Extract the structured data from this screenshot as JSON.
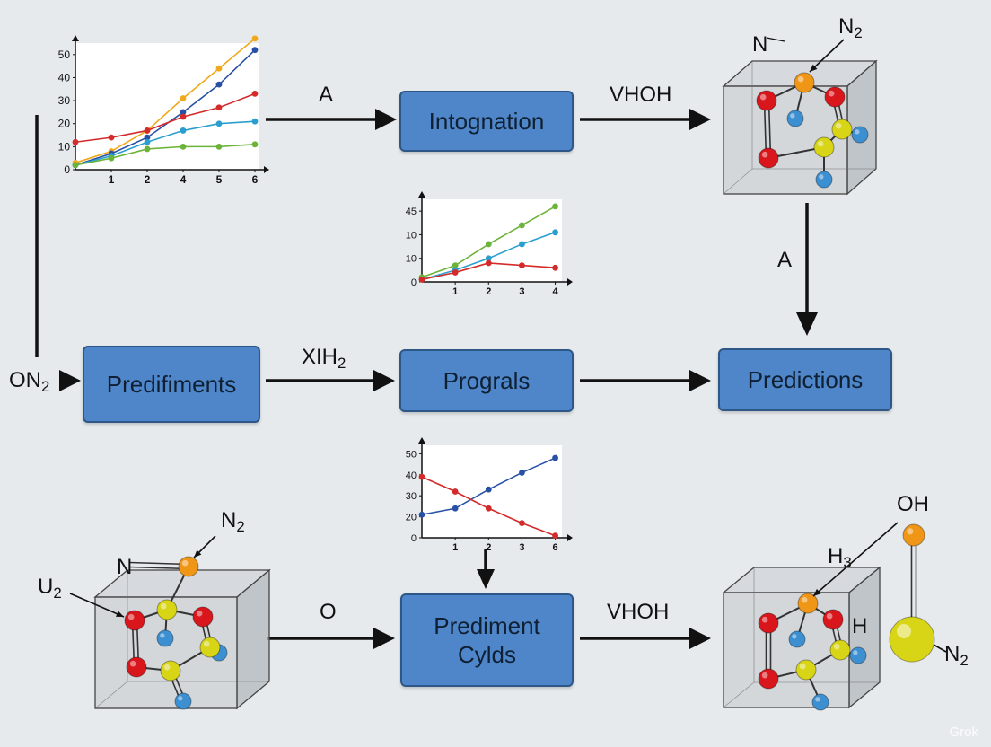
{
  "boxes": {
    "intognation": "Intognation",
    "predifiments": "Predifiments",
    "programs": "Prograls",
    "predictions": "Predictions",
    "prediment_line1": "Prediment",
    "prediment_line2": "Cylds"
  },
  "edge_labels": {
    "top_left": "A",
    "top_right": "VHOH",
    "right_vertical": "A",
    "middle_left": "XIH",
    "middle_left_sub": "2",
    "bottom_left": "O",
    "bottom_right": "VHOH",
    "left_side": "ON",
    "left_side_sub": "2"
  },
  "molecule_labels": {
    "top_right_n2": "N",
    "top_right_n2_sub": "2",
    "top_right_partial": "N",
    "bottom_left_n2": "N",
    "bottom_left_n2_sub": "2",
    "bottom_left_n": "N",
    "bottom_left_u2": "U",
    "bottom_left_u2_sub": "2",
    "bottom_right_oh": "OH",
    "bottom_right_h3": "H",
    "bottom_right_h3_sub": "3",
    "bottom_right_h": "H",
    "bottom_right_n2": "N",
    "bottom_right_n2_sub": "2"
  },
  "colors": {
    "box_fill": "#4f86c9",
    "atom_red": "#d9161b",
    "atom_yellow": "#d8d416",
    "atom_blue": "#3c8fd0",
    "atom_orange": "#f09616",
    "series_orange": "#f0a81c",
    "series_navy": "#2851a5",
    "series_red": "#d42a2a",
    "series_teal": "#2a9fcf",
    "series_green": "#6cb33a"
  },
  "icons": {
    "arrow": "arrow-right-icon",
    "molecule": "molecule-cube-icon"
  },
  "watermark": "Grok",
  "chart_data": [
    {
      "type": "line",
      "x": [
        0,
        1,
        2,
        3,
        4,
        5
      ],
      "xtick_labels": [
        "1",
        "2",
        "4",
        "5",
        "6"
      ],
      "xtick_positions": [
        1,
        2,
        3,
        4,
        5
      ],
      "ytick_labels": [
        "0",
        "10",
        "20",
        "30",
        "40",
        "50"
      ],
      "yticks": [
        0,
        10,
        20,
        30,
        40,
        50
      ],
      "xlim": [
        0,
        5.1
      ],
      "ylim": [
        0,
        55
      ],
      "series": [
        {
          "color": "#f0a81c",
          "values": [
            3,
            8,
            17,
            31,
            44,
            57
          ]
        },
        {
          "color": "#2851a5",
          "values": [
            2,
            7,
            14,
            25,
            37,
            52
          ]
        },
        {
          "color": "#d42a2a",
          "values": [
            12,
            14,
            17,
            23,
            27,
            33
          ]
        },
        {
          "color": "#2a9fcf",
          "values": [
            2,
            6,
            12,
            17,
            20,
            21
          ]
        },
        {
          "color": "#6cb33a",
          "values": [
            2,
            5,
            9,
            10,
            10,
            11
          ]
        }
      ]
    },
    {
      "type": "line",
      "x": [
        0,
        1,
        2,
        3,
        4
      ],
      "xtick_labels": [
        "1",
        "2",
        "3",
        "4"
      ],
      "xtick_positions": [
        1,
        2,
        3,
        4
      ],
      "ytick_labels": [
        "0",
        "10",
        "10",
        "45"
      ],
      "yticks": [
        0,
        10,
        20,
        30
      ],
      "xlim": [
        0,
        4.2
      ],
      "ylim": [
        0,
        35
      ],
      "series": [
        {
          "color": "#6cb33a",
          "values": [
            2,
            7,
            16,
            24,
            32
          ]
        },
        {
          "color": "#2a9fcf",
          "values": [
            1,
            5,
            10,
            16,
            21
          ]
        },
        {
          "color": "#d42a2a",
          "values": [
            1,
            4,
            8,
            7,
            6
          ]
        }
      ]
    },
    {
      "type": "line",
      "x": [
        0,
        1,
        2,
        3,
        4
      ],
      "xtick_labels": [
        "1",
        "2",
        "3",
        "6"
      ],
      "xtick_positions": [
        1,
        2,
        3,
        4
      ],
      "ytick_labels": [
        "0",
        "20",
        "30",
        "40",
        "50"
      ],
      "yticks": [
        0,
        10,
        20,
        30,
        40
      ],
      "xlim": [
        0,
        4.2
      ],
      "ylim": [
        0,
        44
      ],
      "series": [
        {
          "color": "#2851a5",
          "values": [
            11,
            14,
            23,
            31,
            38
          ]
        },
        {
          "color": "#d42a2a",
          "values": [
            29,
            22,
            14,
            7,
            1
          ]
        }
      ]
    }
  ]
}
